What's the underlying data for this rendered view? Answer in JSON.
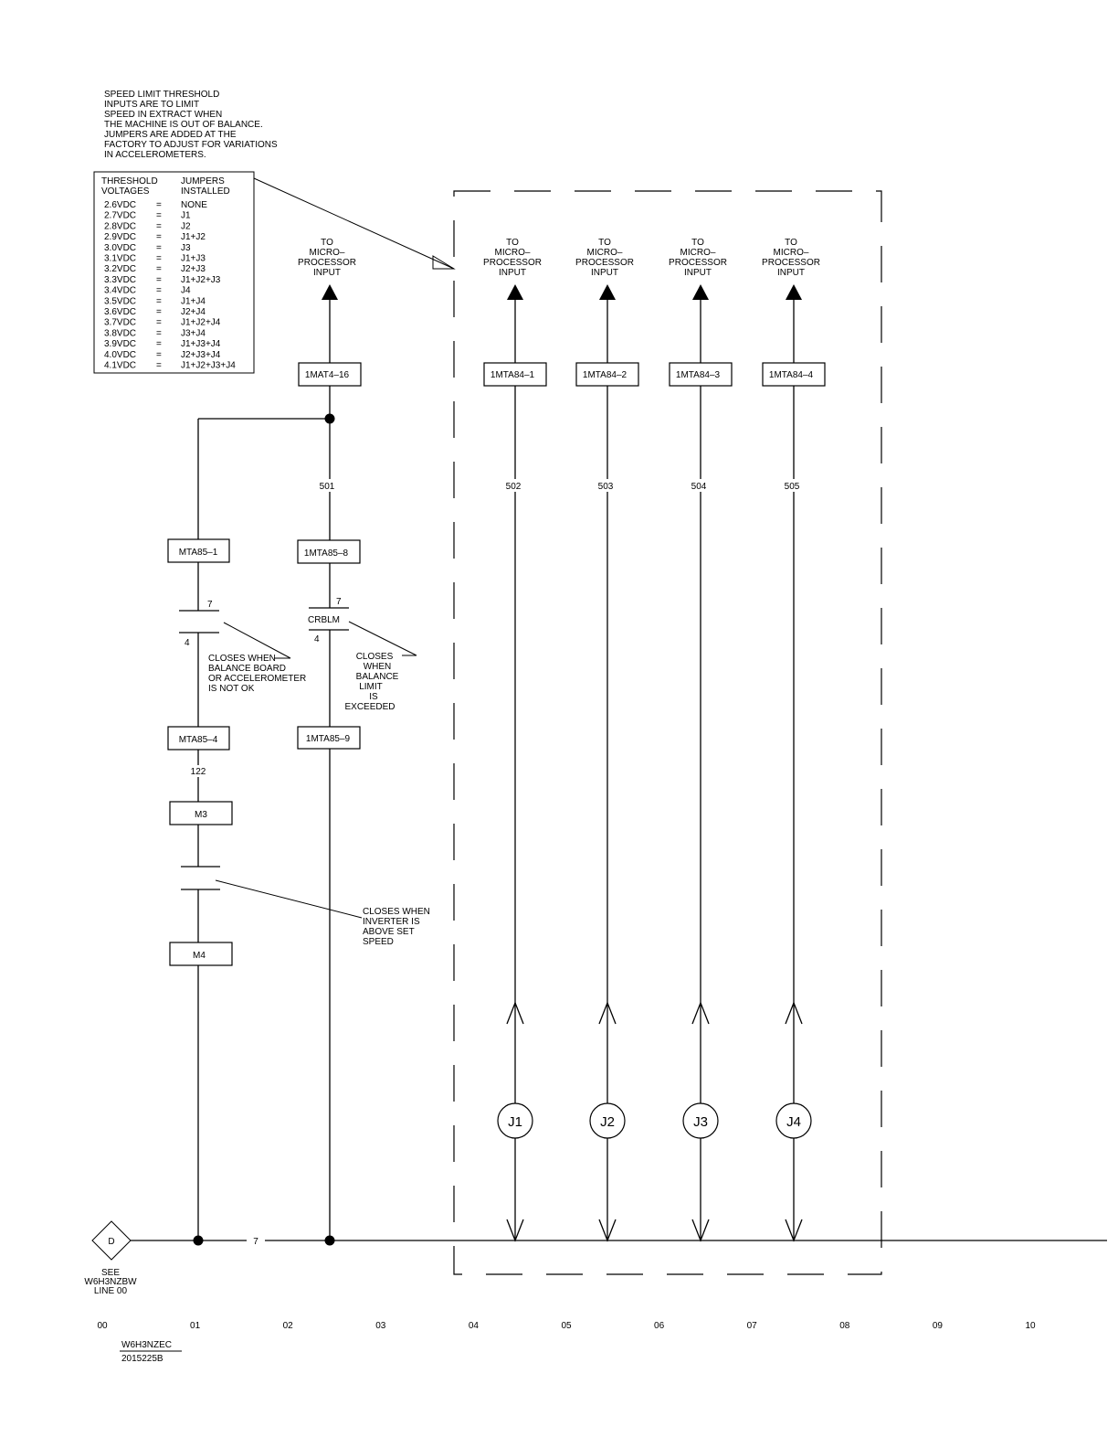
{
  "note": {
    "lines": [
      "SPEED LIMIT THRESHOLD",
      "INPUTS ARE TO LIMIT",
      "SPEED IN EXTRACT WHEN",
      "THE MACHINE IS OUT OF BALANCE.",
      "JUMPERS ARE ADDED AT THE",
      "FACTORY TO ADJUST FOR VARIATIONS",
      "IN ACCELEROMETERS."
    ]
  },
  "table": {
    "header_col1": [
      "THRESHOLD",
      "VOLTAGES"
    ],
    "header_col2": [
      "JUMPERS",
      "INSTALLED"
    ],
    "eq": "=",
    "rows": [
      {
        "v": "2.6VDC",
        "j": "NONE"
      },
      {
        "v": "2.7VDC",
        "j": "J1"
      },
      {
        "v": "2.8VDC",
        "j": "J2"
      },
      {
        "v": "2.9VDC",
        "j": "J1+J2"
      },
      {
        "v": "3.0VDC",
        "j": "J3"
      },
      {
        "v": "3.1VDC",
        "j": "J1+J3"
      },
      {
        "v": "3.2VDC",
        "j": "J2+J3"
      },
      {
        "v": "3.3VDC",
        "j": "J1+J2+J3"
      },
      {
        "v": "3.4VDC",
        "j": "J4"
      },
      {
        "v": "3.5VDC",
        "j": "J1+J4"
      },
      {
        "v": "3.6VDC",
        "j": "J2+J4"
      },
      {
        "v": "3.7VDC",
        "j": "J1+J2+J4"
      },
      {
        "v": "3.8VDC",
        "j": "J3+J4"
      },
      {
        "v": "3.9VDC",
        "j": "J1+J3+J4"
      },
      {
        "v": "4.0VDC",
        "j": "J2+J3+J4"
      },
      {
        "v": "4.1VDC",
        "j": "J1+J2+J3+J4"
      }
    ]
  },
  "micro_label": [
    "TO",
    "MICRO–",
    "PROCESSOR",
    "INPUT"
  ],
  "branches": [
    {
      "terminal": "1MAT4–16",
      "wire": "501"
    },
    {
      "terminal": "1MTA84–1",
      "wire": "502",
      "jumper": "J1"
    },
    {
      "terminal": "1MTA84–2",
      "wire": "503",
      "jumper": "J2"
    },
    {
      "terminal": "1MTA84–3",
      "wire": "504",
      "jumper": "J3"
    },
    {
      "terminal": "1MTA84–4",
      "wire": "505",
      "jumper": "J4"
    }
  ],
  "left_branch": {
    "term_top": "MTA85–1",
    "contact_top": "7",
    "contact_bottom": "4",
    "note": [
      "CLOSES WHEN",
      "BALANCE BOARD",
      "OR ACCELEROMETER",
      "IS NOT OK"
    ],
    "term_bottom": "MTA85–4",
    "wire": "122",
    "m3": "M3",
    "m4": "M4",
    "m_note": [
      "CLOSES WHEN",
      "INVERTER IS",
      "ABOVE SET",
      "SPEED"
    ]
  },
  "mid_branch": {
    "term_top": "1MTA85–8",
    "contact_top": "7",
    "contact_name": "CRBLM",
    "contact_bottom": "4",
    "note": [
      "CLOSES",
      "WHEN",
      "BALANCE",
      "LIMIT",
      "IS",
      "EXCEEDED"
    ],
    "term_bottom": "1MTA85–9"
  },
  "bottom": {
    "bus_wire": "7",
    "connector": "D",
    "see": [
      "SEE",
      "W6H3NZBW",
      "LINE 00"
    ],
    "line_numbers": [
      "00",
      "01",
      "02",
      "03",
      "04",
      "05",
      "06",
      "07",
      "08",
      "09",
      "10"
    ],
    "drawing_id": "W6H3NZEC",
    "drawing_number": "2015225B"
  }
}
